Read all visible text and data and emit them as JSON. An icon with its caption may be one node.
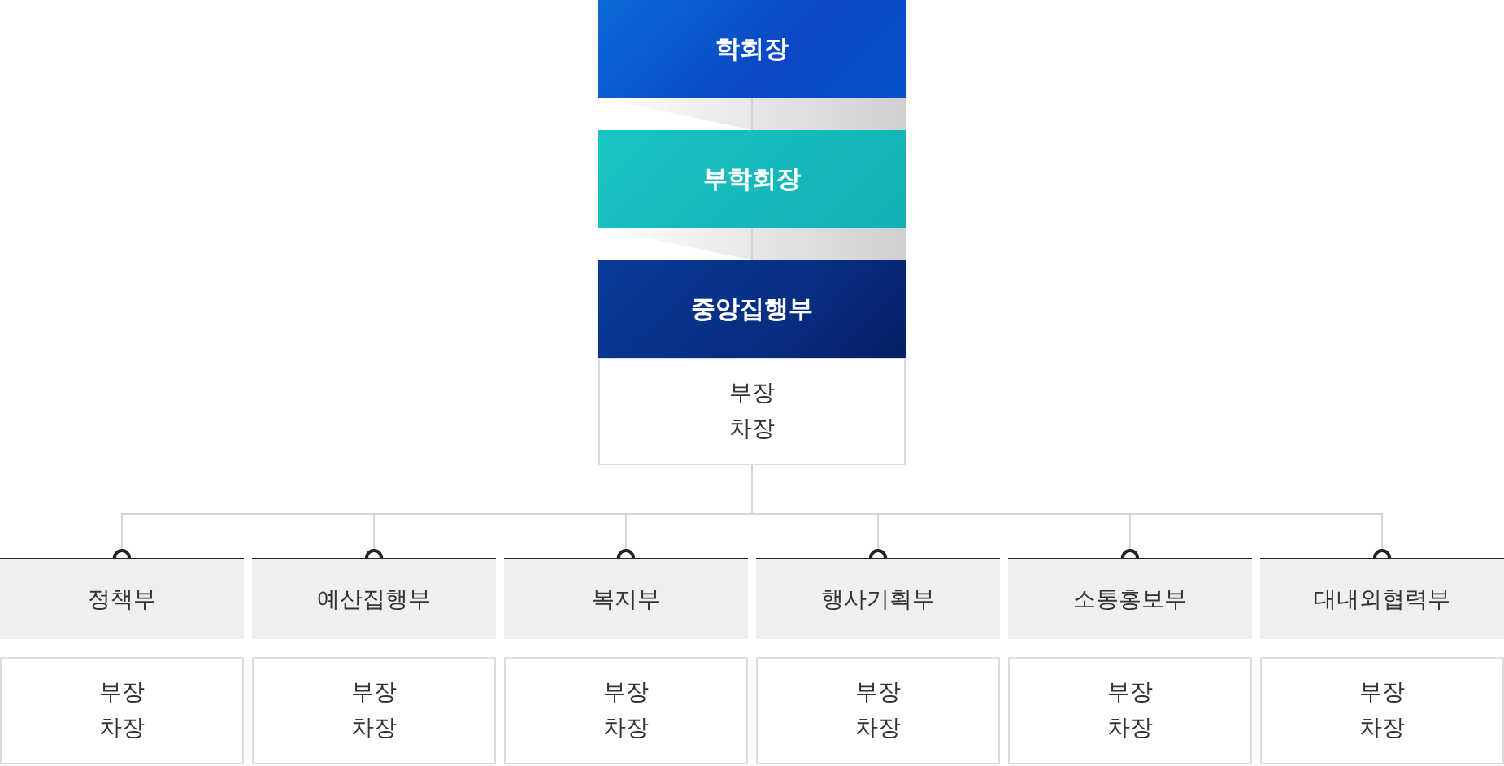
{
  "diagram": {
    "nodes": [
      {
        "text": [
          "학회장"
        ]
      },
      {
        "text": [
          "부학회장"
        ]
      },
      {
        "text": [
          "중앙집행부"
        ]
      },
      {
        "text": [
          "부장",
          "차장"
        ]
      },
      {
        "text": [
          "정책부"
        ]
      },
      {
        "text": [
          "예산집행부"
        ]
      },
      {
        "text": [
          "복지부"
        ]
      },
      {
        "text": [
          "행사기획부"
        ]
      },
      {
        "text": [
          "소통홍보부"
        ]
      },
      {
        "text": [
          "대내외협력부"
        ]
      },
      {
        "text": [
          "부장",
          "차장"
        ]
      },
      {
        "text": [
          "부장",
          "차장"
        ]
      },
      {
        "text": [
          "부장",
          "차장"
        ]
      },
      {
        "text": [
          "부장",
          "차장"
        ]
      },
      {
        "text": [
          "부장",
          "차장"
        ]
      },
      {
        "text": [
          "부장",
          "차장"
        ]
      }
    ],
    "edges": [
      {
        "from": 0,
        "to": 1,
        "arrow": "none"
      },
      {
        "from": 1,
        "to": 2,
        "arrow": "none"
      },
      {
        "from": 3,
        "to": 4,
        "arrow": "other"
      },
      {
        "from": 3,
        "to": 5,
        "arrow": "other"
      },
      {
        "from": 3,
        "to": 6,
        "arrow": "other"
      },
      {
        "from": 3,
        "to": 7,
        "arrow": "other"
      },
      {
        "from": 3,
        "to": 8,
        "arrow": "other"
      },
      {
        "from": 3,
        "to": 9,
        "arrow": "other"
      }
    ]
  }
}
